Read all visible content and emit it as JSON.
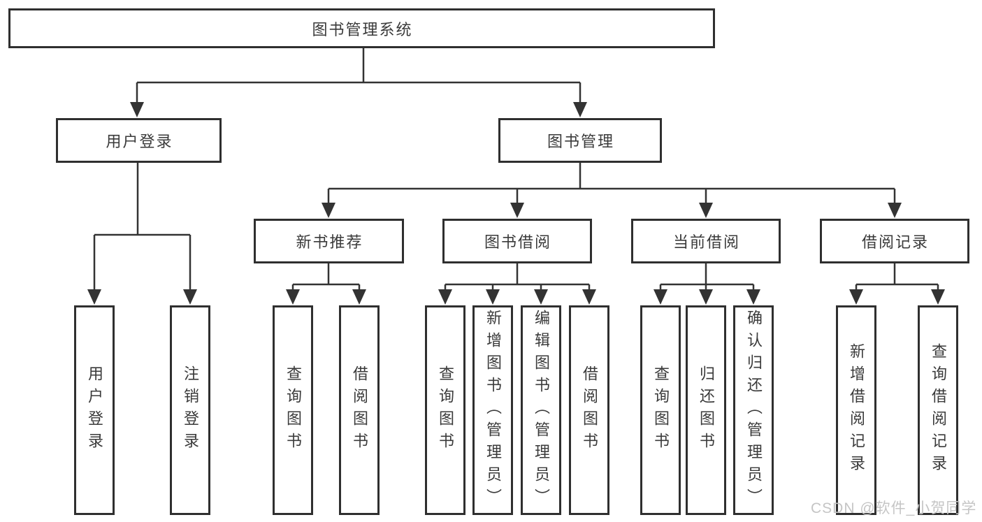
{
  "tree": {
    "root": {
      "label": "图书管理系统"
    },
    "branches": [
      {
        "label": "用户登录",
        "children": [
          {
            "label": "用户登录"
          },
          {
            "label": "注销登录"
          }
        ]
      },
      {
        "label": "图书管理",
        "children": [
          {
            "label": "新书推荐",
            "children": [
              {
                "label": "查询图书"
              },
              {
                "label": "借阅图书"
              }
            ]
          },
          {
            "label": "图书借阅",
            "children": [
              {
                "label": "查询图书"
              },
              {
                "label": "新增图书（管理员）"
              },
              {
                "label": "编辑图书（管理员）"
              },
              {
                "label": "借阅图书"
              }
            ]
          },
          {
            "label": "当前借阅",
            "children": [
              {
                "label": "查询图书"
              },
              {
                "label": "归还图书"
              },
              {
                "label": "确认归还（管理员）"
              }
            ]
          },
          {
            "label": "借阅记录",
            "children": [
              {
                "label": "新增借阅记录"
              },
              {
                "label": "查询借阅记录"
              }
            ]
          }
        ]
      }
    ]
  },
  "watermark": {
    "text": "CSDN @软件_小贺同学",
    "color": "#c5c5c5"
  },
  "colors": {
    "line": "#333333",
    "box_border": "#2f2f2f",
    "text": "#3a3a3a",
    "background": "#ffffff"
  }
}
